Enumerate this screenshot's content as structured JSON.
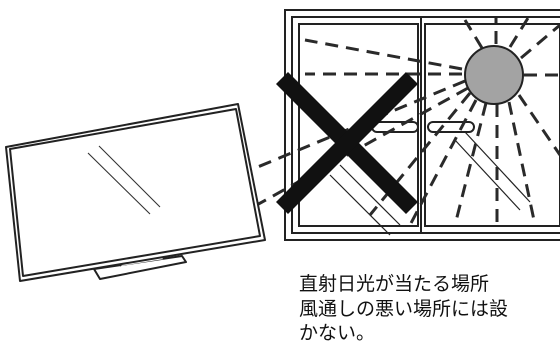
{
  "caption": {
    "line1": "直射日光が当たる場所",
    "line2": "風通しの悪い場所には設",
    "line3": "かない。"
  },
  "colors": {
    "stroke": "#222222",
    "cross": "#111111",
    "sun_fill": "#a3a3a3",
    "background": "#ffffff"
  },
  "icons": [
    "television-illustration",
    "window-illustration",
    "sun-icon",
    "prohibited-cross-icon"
  ]
}
